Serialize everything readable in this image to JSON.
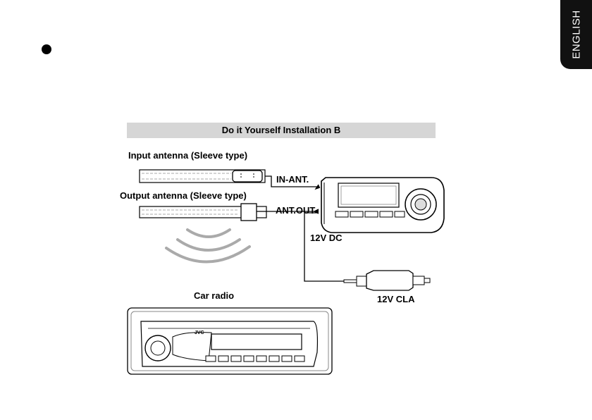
{
  "language_tab": {
    "label": "ENGLISH"
  },
  "diagram": {
    "title": "Do it Yourself Installation B",
    "input_antenna": "Input antenna (Sleeve type)",
    "output_antenna": "Output antenna (Sleeve type)",
    "in_ant": "IN-ANT.",
    "ant_out": "ANT.OUT",
    "dc": "12V DC",
    "cla": "12V CLA",
    "car_radio": "Car radio",
    "radio_brand": "JVC"
  }
}
